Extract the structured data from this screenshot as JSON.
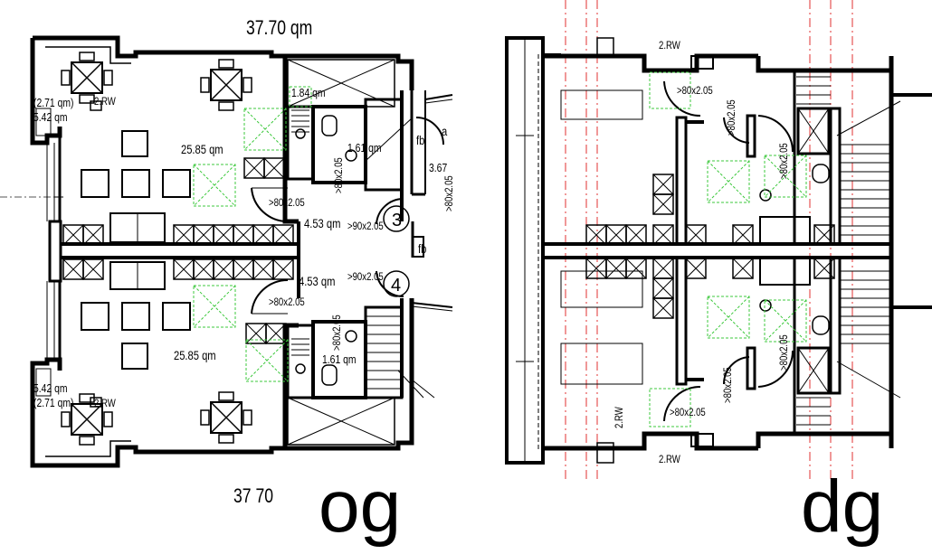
{
  "og": {
    "title": "og",
    "area_total_top": "37.70 qm",
    "area_total_bottom": "37 70",
    "rooms": {
      "living_top": "25.85 qm",
      "living_bottom": "25.85 qm",
      "corr_top": "1.84 qm",
      "bath_top": "1.61 qm",
      "bath_bottom": "1.61 qm",
      "hall_top": "4.53 qm",
      "hall_bottom": "4.53 qm",
      "balcony_top_a": "(2.71 qm)",
      "balcony_top_b": "5.42 qm",
      "balcony_bottom_a": "5.42 qm",
      "balcony_bottom_b": "(2.71 qm)",
      "side_area": "3.67"
    },
    "doors": {
      "d1": ">80x2.05",
      "d2": ">80x2.05",
      "d3": ">90x2.05",
      "d4": ">80x2.05",
      "d5": ">80x2.05",
      "d6": ">90x2.05",
      "d7": ">80x2.05"
    },
    "tags": {
      "rw_top": "2.RW",
      "rw_bottom": "2.RW",
      "fb1": "fb",
      "fb2": "fb",
      "a": "a"
    },
    "units": {
      "u3": "3",
      "u4": "4"
    }
  },
  "dg": {
    "title": "dg",
    "rw_top": "2.RW",
    "rw_bottom": "2.RW",
    "rw_left": "2.RW",
    "doors": {
      "d1": ">80x2.05",
      "d2": ">80x2.05",
      "d3": ">80x2.05",
      "d4": ">80x2.05",
      "d5": ">80x2.05",
      "d6": ">80x2.05"
    }
  },
  "colors": {
    "wall": "#000000",
    "axis": "#e03030",
    "furniture_zone": "#3cc83c"
  }
}
